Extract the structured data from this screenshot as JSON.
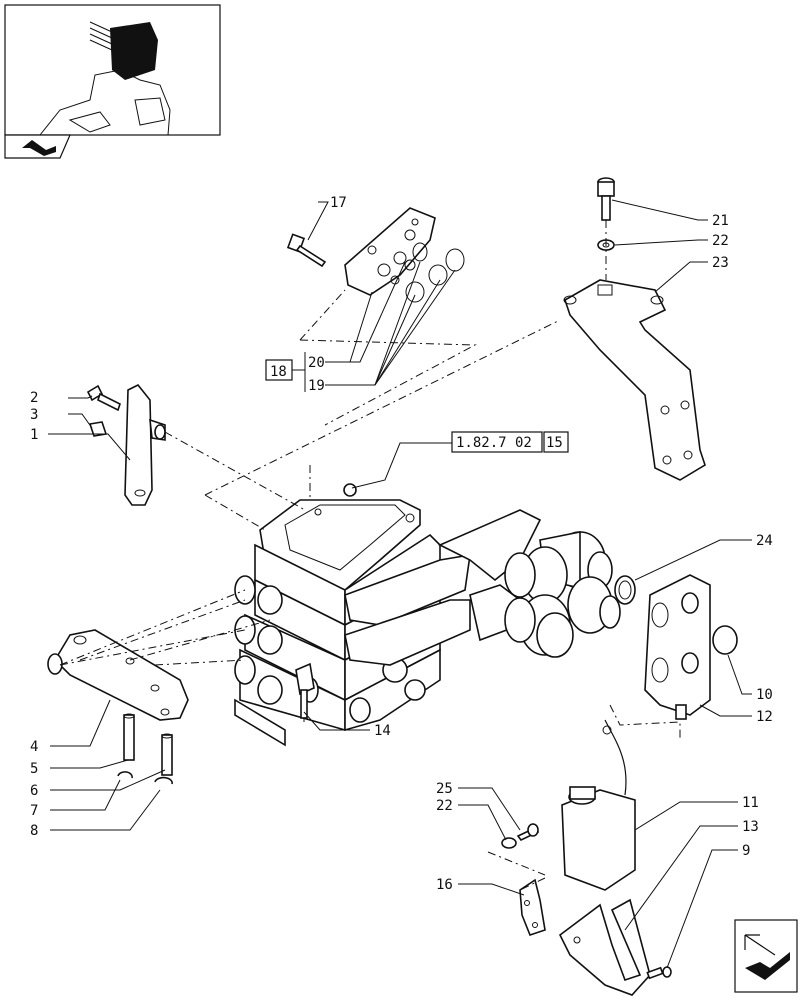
{
  "thumbnail": {
    "nav_icon": "back-arrow-icon"
  },
  "nav_button": {
    "icon": "forward-arrow-icon"
  },
  "reference": {
    "code": "1.82.7 02",
    "sheet": "15"
  },
  "group_box": "18",
  "callouts": {
    "c1": "1",
    "c2": "2",
    "c3": "3",
    "c4": "4",
    "c5": "5",
    "c6": "6",
    "c7": "7",
    "c8": "8",
    "c9": "9",
    "c10": "10",
    "c11": "11",
    "c12": "12",
    "c13": "13",
    "c14": "14",
    "c16": "16",
    "c17": "17",
    "c19": "19",
    "c20": "20",
    "c21": "21",
    "c22a": "22",
    "c22b": "22",
    "c23": "23",
    "c24": "24",
    "c25": "25"
  }
}
